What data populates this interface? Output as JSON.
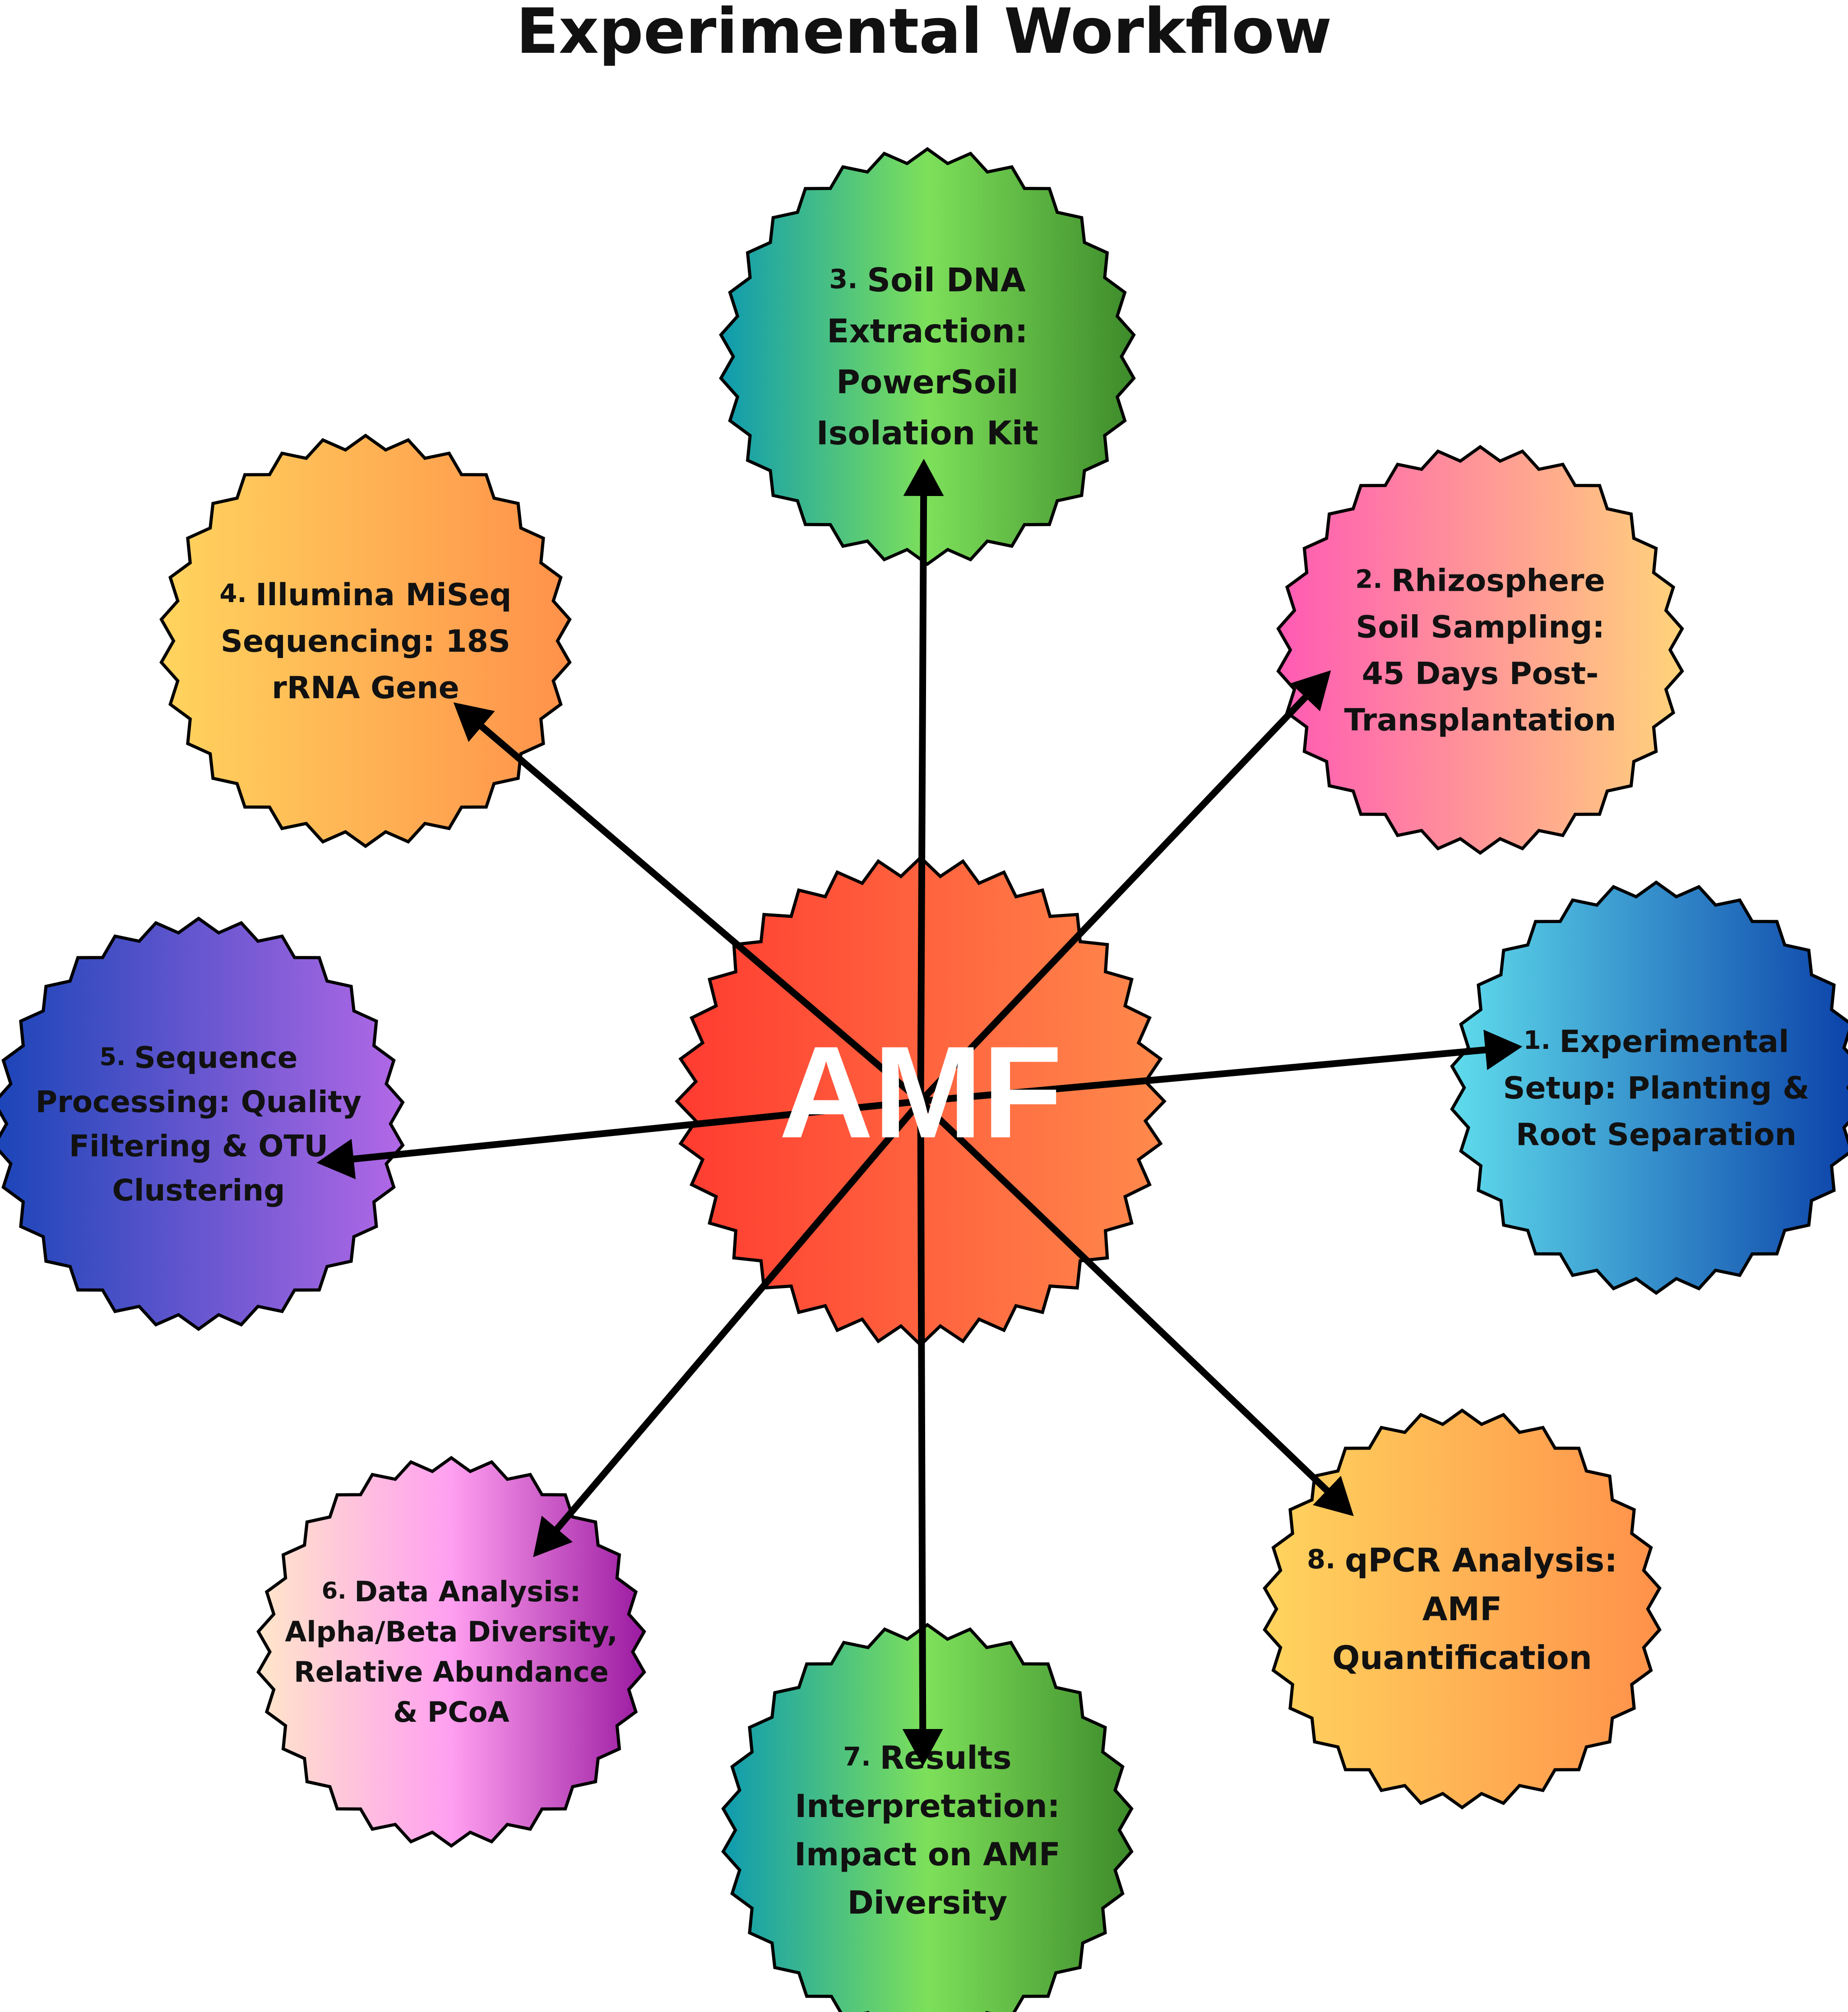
{
  "title": "Experimental Workflow",
  "center": {
    "label": "AMF",
    "gradient": [
      "#ff3b30",
      "#ff8a4c"
    ]
  },
  "nodes": [
    {
      "id": "step-1",
      "number": "1.",
      "lines": [
        "Experimental",
        "Setup: Planting &",
        "Root Separation"
      ],
      "gradient": [
        "#5fdcec",
        "#0a3fa8"
      ]
    },
    {
      "id": "step-2",
      "number": "2.",
      "lines": [
        "Rhizosphere",
        "Soil Sampling:",
        "45 Days Post-",
        "Transplantation"
      ],
      "gradient": [
        "#ff5ab4",
        "#ffd37a"
      ]
    },
    {
      "id": "step-3",
      "number": "3.",
      "lines": [
        "Soil DNA",
        "Extraction:",
        "PowerSoil",
        "Isolation Kit"
      ],
      "gradient": [
        "#0e9bb0",
        "#7de05a",
        "#3d8a2a"
      ]
    },
    {
      "id": "step-4",
      "number": "4.",
      "lines": [
        "Illumina MiSeq",
        "Sequencing: 18S",
        "rRNA Gene"
      ],
      "gradient": [
        "#ffd45e",
        "#ff914a"
      ]
    },
    {
      "id": "step-5",
      "number": "5.",
      "lines": [
        "Sequence",
        "Processing: Quality",
        "Filtering & OTU",
        "Clustering"
      ],
      "gradient": [
        "#1a45b8",
        "#b268e6"
      ]
    },
    {
      "id": "step-6",
      "number": "6.",
      "lines": [
        "Data Analysis:",
        "Alpha/Beta Diversity,",
        "Relative Abundance",
        "&  PCoA"
      ],
      "gradient": [
        "#ffe6c9",
        "#ff9ff0",
        "#9a1aa0"
      ]
    },
    {
      "id": "step-7",
      "number": "7.",
      "lines": [
        "Results",
        "Interpretation:",
        "Impact on AMF",
        "Diversity"
      ],
      "gradient": [
        "#0e9bb0",
        "#7de05a",
        "#3d8a2a"
      ]
    },
    {
      "id": "step-8",
      "number": "8.",
      "lines": [
        "qPCR Analysis:",
        "AMF",
        "Quantification"
      ],
      "gradient": [
        "#ffd45e",
        "#ff914a"
      ]
    }
  ],
  "colors": {
    "outline": "#000000",
    "arrow": "#000000",
    "center_text": "#ffffff",
    "node_text": "#111111"
  }
}
